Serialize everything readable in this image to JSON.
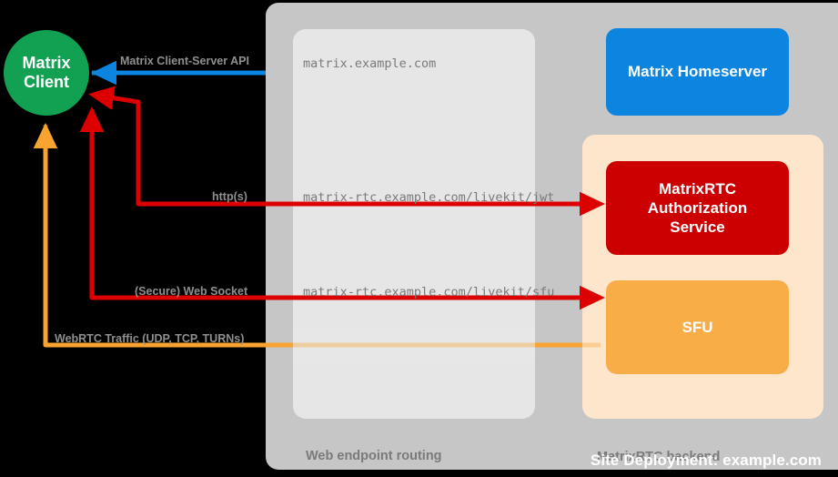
{
  "diagram": {
    "title": "Site Deployment: example.com",
    "background_color": "#000000"
  },
  "client": {
    "label_line1": "Matrix",
    "label_line2": "Client",
    "color": "#12a053"
  },
  "site_container": {
    "label": "Site Deployment: example.com",
    "color": "#c6c6c6"
  },
  "routing_panel": {
    "label": "Web endpoint routing",
    "color": "#e6e6e6",
    "endpoints": [
      {
        "name": "homeserver-endpoint",
        "text": "matrix.example.com"
      },
      {
        "name": "jwt-endpoint",
        "text": "matrix-rtc.example.com/livekit/jwt"
      },
      {
        "name": "sfu-endpoint",
        "text": "matrix-rtc.example.com/livekit/sfu"
      }
    ]
  },
  "backend_panel": {
    "label": "MatrixRTC backend",
    "color": "#fde6cc"
  },
  "nodes": [
    {
      "name": "matrix-homeserver",
      "label": "Matrix Homeserver",
      "color": "#0c85e0"
    },
    {
      "name": "matrixrtc-authorization-service",
      "label_line1": "MatrixRTC",
      "label_line2": "Authorization",
      "label_line3": "Service",
      "color": "#cc0000"
    },
    {
      "name": "sfu",
      "label": "SFU",
      "color": "#f8ad46"
    }
  ],
  "flows": [
    {
      "name": "matrix-client-server-api",
      "label": "Matrix Client-Server API",
      "color": "#0c85e0"
    },
    {
      "name": "https-flow",
      "label": "http(s)",
      "color": "#dd0000"
    },
    {
      "name": "secure-web-socket-flow",
      "label": "(Secure) Web Socket",
      "color": "#dd0000"
    },
    {
      "name": "webrtc-traffic-flow",
      "label": "WebRTC Traffic (UDP, TCP, TURNs)",
      "color": "#f9a431"
    }
  ]
}
